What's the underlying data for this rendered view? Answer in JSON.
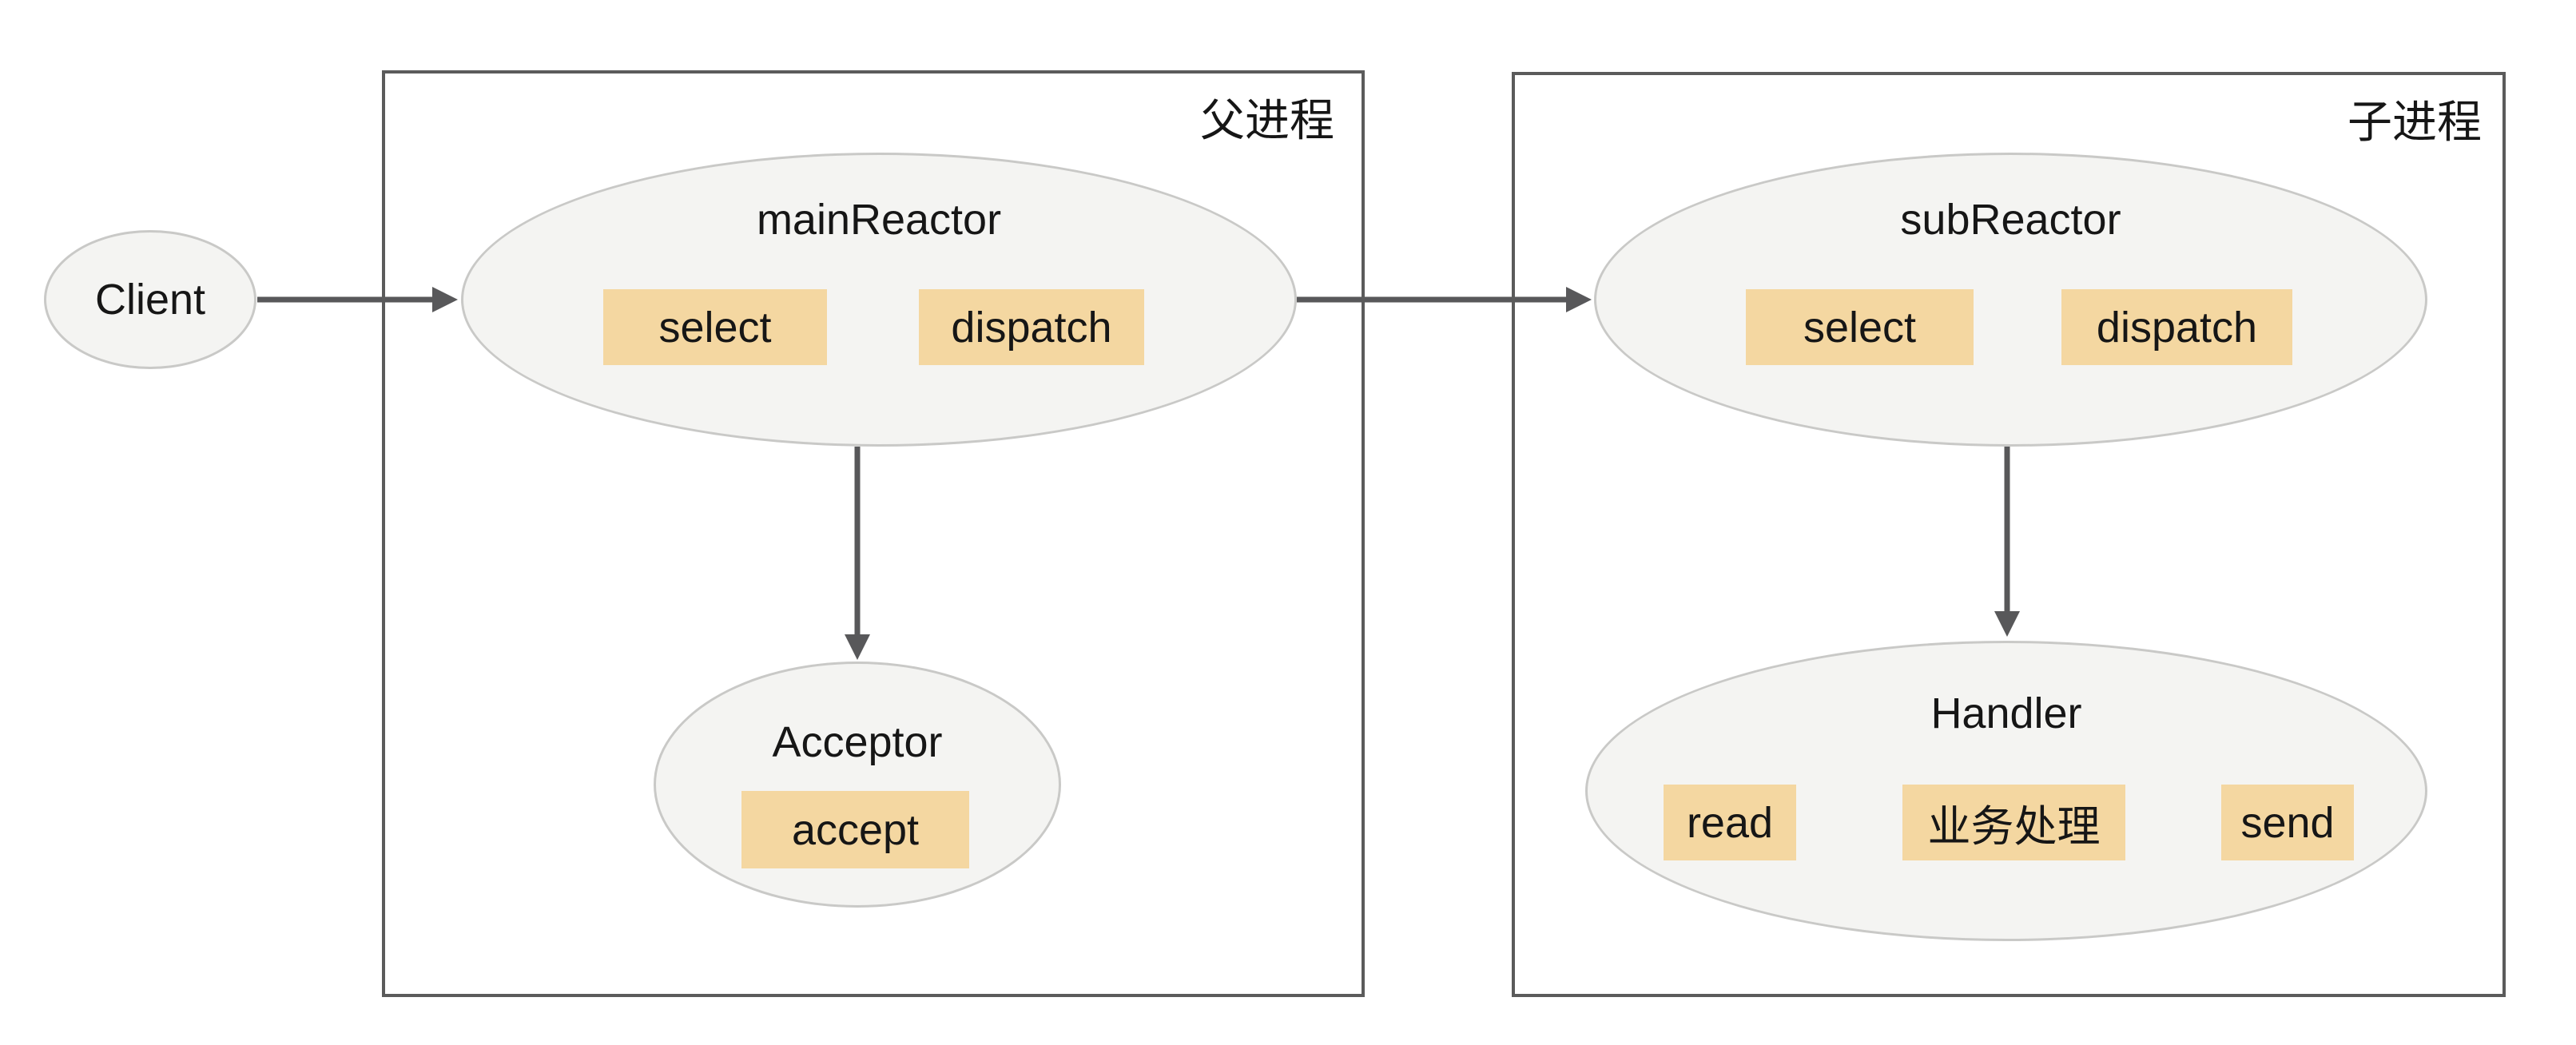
{
  "colors": {
    "background": "#ffffff",
    "ellipse_fill": "#f4f4f2",
    "ellipse_border": "#c9c9c7",
    "op_fill": "#f4d7a1",
    "box_border": "#5b5b5b",
    "arrow": "#58585a",
    "text": "#161616"
  },
  "client": {
    "label": "Client"
  },
  "parent_process": {
    "label": "父进程",
    "main_reactor": {
      "label": "mainReactor",
      "select": "select",
      "dispatch": "dispatch"
    },
    "acceptor": {
      "label": "Acceptor",
      "accept": "accept"
    }
  },
  "child_process": {
    "label": "子进程",
    "sub_reactor": {
      "label": "subReactor",
      "select": "select",
      "dispatch": "dispatch"
    },
    "handler": {
      "label": "Handler",
      "read": "read",
      "business": "业务处理",
      "send": "send"
    }
  }
}
